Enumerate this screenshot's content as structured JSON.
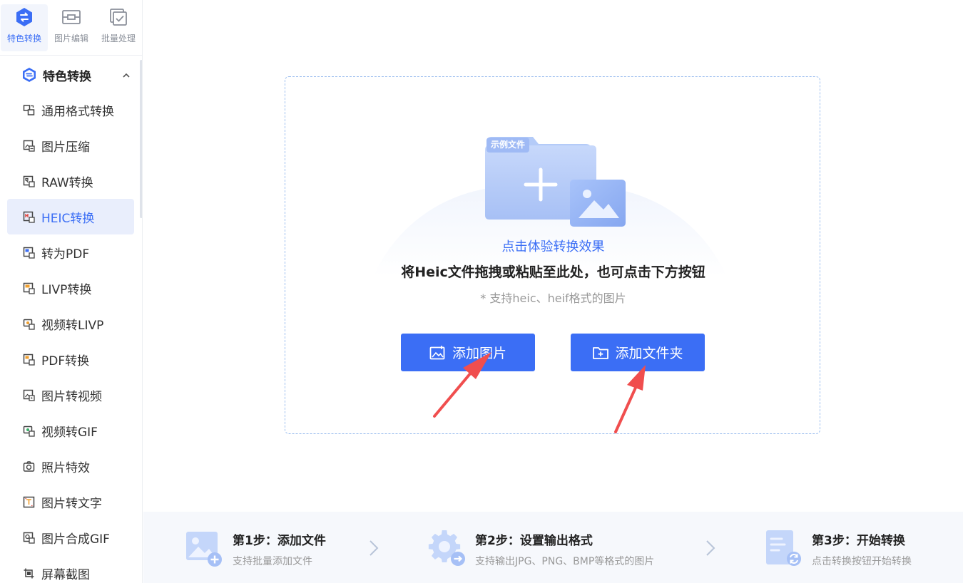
{
  "top_nav": [
    {
      "label": "特色转换",
      "icon": "swap-icon",
      "active": true
    },
    {
      "label": "图片编辑",
      "icon": "image-edit-icon",
      "active": false
    },
    {
      "label": "批量处理",
      "icon": "batch-check-icon",
      "active": false
    }
  ],
  "sidebar": {
    "section_title": "特色转换",
    "items": [
      {
        "label": "通用格式转换",
        "icon": "format-convert-icon"
      },
      {
        "label": "图片压缩",
        "icon": "image-compress-icon"
      },
      {
        "label": "RAW转换",
        "icon": "raw-icon"
      },
      {
        "label": "HEIC转换",
        "icon": "heic-icon",
        "active": true
      },
      {
        "label": "转为PDF",
        "icon": "pdf-icon"
      },
      {
        "label": "LIVP转换",
        "icon": "livp-icon"
      },
      {
        "label": "视频转LIVP",
        "icon": "video-livp-icon"
      },
      {
        "label": "PDF转换",
        "icon": "pdf-convert-icon"
      },
      {
        "label": "图片转视频",
        "icon": "image-video-icon"
      },
      {
        "label": "视频转GIF",
        "icon": "video-gif-icon"
      },
      {
        "label": "照片特效",
        "icon": "camera-icon"
      },
      {
        "label": "图片转文字",
        "icon": "ocr-icon"
      },
      {
        "label": "图片合成GIF",
        "icon": "gif-merge-icon"
      },
      {
        "label": "屏幕截图",
        "icon": "screenshot-icon"
      }
    ]
  },
  "dropzone": {
    "sample_tag": "示例文件",
    "try_text": "点击体验转换效果",
    "main_hint": "将Heic文件拖拽或粘贴至此处，也可点击下方按钮",
    "sub_hint": "* 支持heic、heif格式的图片",
    "add_image_label": "添加图片",
    "add_folder_label": "添加文件夹"
  },
  "steps": [
    {
      "title": "第1步：添加文件",
      "desc": "支持批量添加文件"
    },
    {
      "title": "第2步：设置输出格式",
      "desc": "支持输出JPG、PNG、BMP等格式的图片"
    },
    {
      "title": "第3步：开始转换",
      "desc": "点击转换按钮开始转换"
    }
  ],
  "colors": {
    "accent": "#3b6ef5",
    "arrow": "#f04e4e",
    "steps_bg": "#f6f8fc"
  }
}
